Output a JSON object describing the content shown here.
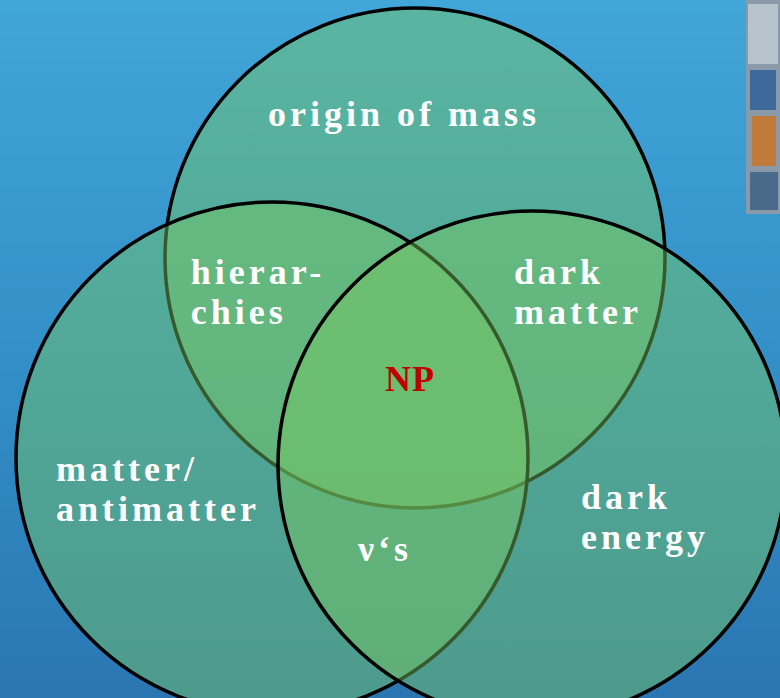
{
  "diagram": {
    "nodes": [
      {
        "text": [
          "origin of mass"
        ]
      },
      {
        "text": [
          "matter/ antimatter"
        ]
      },
      {
        "text": [
          "dark energy"
        ]
      }
    ],
    "labels": [
      "hierar- chies",
      "dark matter",
      "NP",
      "ν‘s"
    ]
  }
}
